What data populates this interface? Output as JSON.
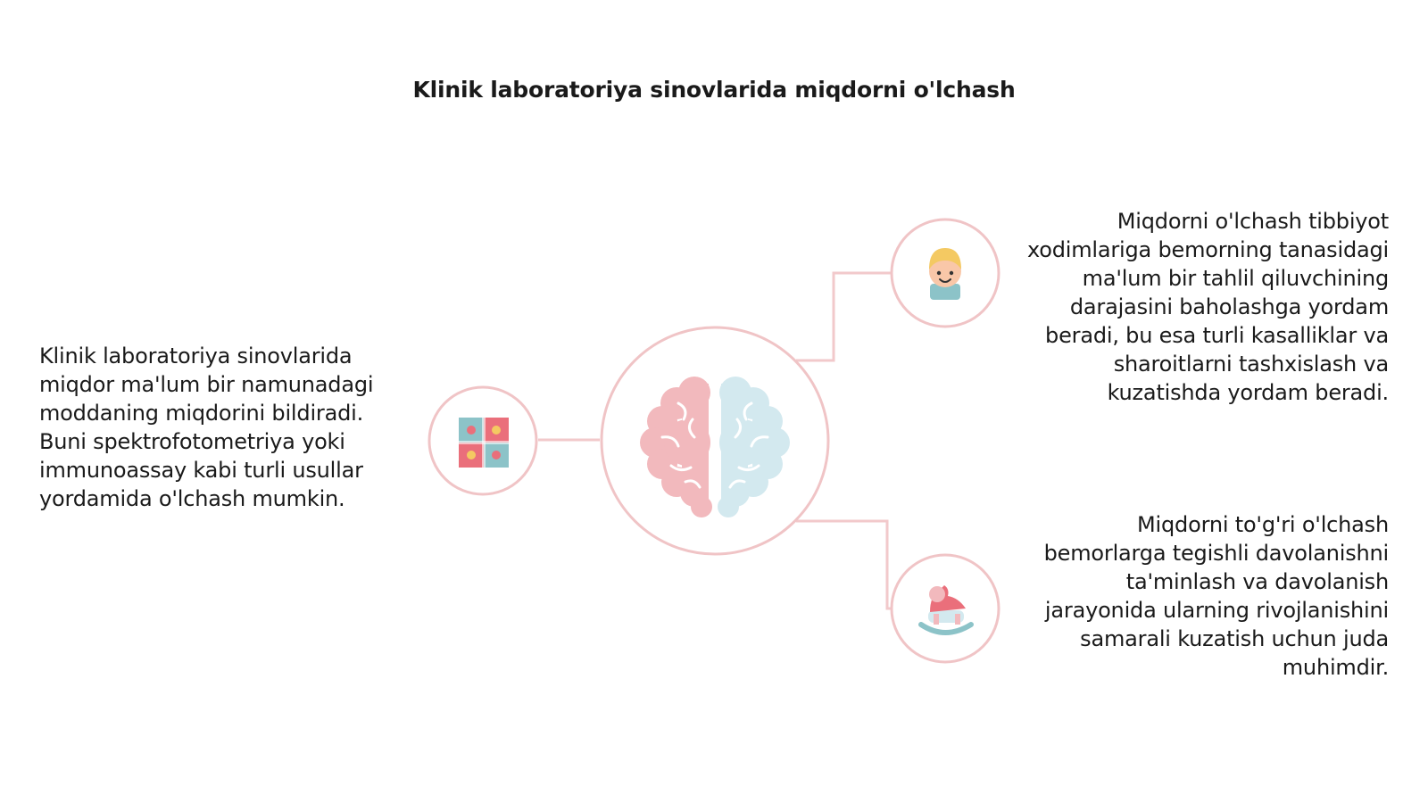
{
  "title": "Klinik laboratoriya sinovlarida miqdorni o'lchash",
  "colors": {
    "ring": "#f0c4c6",
    "connector": "#f2c9cb",
    "brain_left": "#f2b9bd",
    "brain_right": "#d3e9ef",
    "accent_teal": "#8cc3c8",
    "accent_red": "#ea6f7b",
    "accent_yellow": "#f4c962"
  },
  "center_node": {
    "icon": "brain-icon"
  },
  "nodes": [
    {
      "id": "left",
      "icon": "puzzle-icon",
      "text": "Klinik laboratoriya sinovlarida miqdor ma'lum bir namunadagi moddaning miqdorini bildiradi. Buni spektrofotometriya yoki immunoassay kabi turli usullar yordamida o'lchash mumkin."
    },
    {
      "id": "top-right",
      "icon": "child-face-icon",
      "text": "Miqdorni o'lchash tibbiyot xodimlariga bemorning tanasidagi ma'lum bir tahlil qiluvchining darajasini baholashga yordam beradi, bu esa turli kasalliklar va sharoitlarni tashxislash va kuzatishda yordam beradi."
    },
    {
      "id": "bottom-right",
      "icon": "rocking-horse-icon",
      "text": "Miqdorni to'g'ri o'lchash bemorlarga tegishli davolanishni ta'minlash va davolanish jarayonida ularning rivojlanishini samarali kuzatish uchun juda muhimdir."
    }
  ]
}
